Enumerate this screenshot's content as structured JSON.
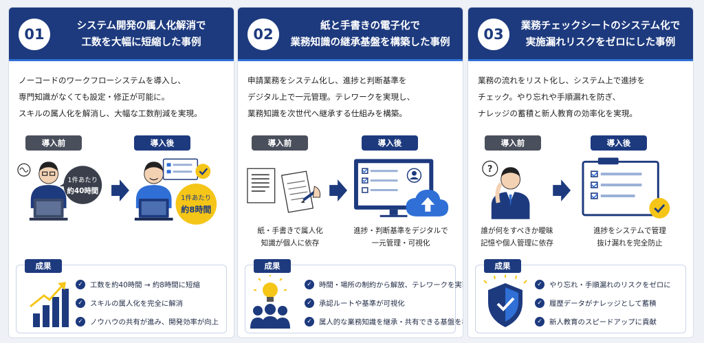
{
  "colors": {
    "navy": "#1d3a7e",
    "blue": "#2f6fd6",
    "yellow": "#f5c518",
    "gray": "#4a4f5c"
  },
  "cards": [
    {
      "number": "01",
      "title_lines": [
        "システム開発の属人化解消で",
        "工数を大幅に短縮した事例"
      ],
      "description_lines": [
        "ノーコードのワークフローシステムを導入し、",
        "専門知識がなくても設定・修正が可能に。",
        "スキルの属人化を解消し、大幅な工数削減を実現。"
      ],
      "before_label": "導入前",
      "after_label": "導入後",
      "before_bubble": [
        "1件あたり",
        "約40時間"
      ],
      "after_bubble": [
        "1件あたり",
        "約8時間"
      ],
      "before_caption": [],
      "after_caption": [],
      "result_label": "成果",
      "result_icon": "growth-chart-icon",
      "results": [
        "工数を約40時間 → 約8時間に短縮",
        "スキルの属人化を完全に解消",
        "ノウハウの共有が進み、開発効率が向上"
      ]
    },
    {
      "number": "02",
      "title_lines": [
        "紙と手書きの電子化で",
        "業務知識の継承基盤を構築した事例"
      ],
      "description_lines": [
        "申請業務をシステム化し、進捗と判断基準を",
        "デジタル上で一元管理。テレワークを実現し、",
        "業務知識を次世代へ継承する仕組みを構築。"
      ],
      "before_label": "導入前",
      "after_label": "導入後",
      "before_caption": [
        "紙・手書きで属人化",
        "知識が個人に依存"
      ],
      "after_caption": [
        "進捗・判断基準をデジタルで",
        "一元管理・可視化"
      ],
      "result_label": "成果",
      "result_icon": "team-lightbulb-icon",
      "results": [
        "時間・場所の制約から解放、テレワークを実現",
        "承認ルートや基準が可視化",
        "属人的な業務知識を継承・共有できる基盤を構築"
      ]
    },
    {
      "number": "03",
      "title_lines": [
        "業務チェックシートのシステム化で",
        "実施漏れリスクをゼロにした事例"
      ],
      "description_lines": [
        "業務の流れをリスト化し、システム上で進捗を",
        "チェック。やり忘れや手順漏れを防ぎ、",
        "ナレッジの蓄積と新人教育の効率化を実現。"
      ],
      "before_label": "導入前",
      "after_label": "導入後",
      "before_caption": [
        "誰が何をすべきか曖昧",
        "記憶や個人管理に依存"
      ],
      "after_caption": [
        "進捗をシステムで管理",
        "抜け漏れを完全防止"
      ],
      "result_label": "成果",
      "result_icon": "shield-check-icon",
      "results": [
        "やり忘れ・手順漏れのリスクをゼロに",
        "履歴データがナレッジとして蓄積",
        "新人教育のスピードアップに貢献"
      ]
    }
  ]
}
